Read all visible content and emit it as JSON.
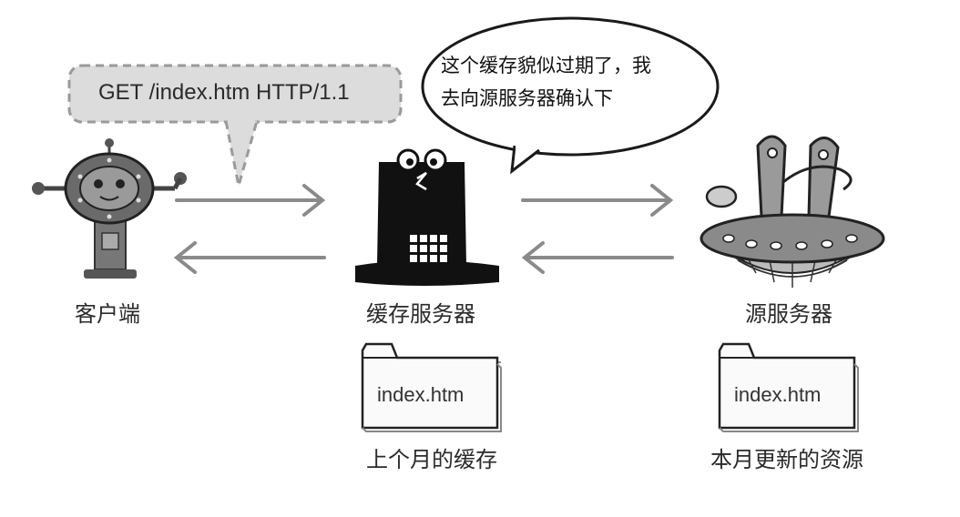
{
  "request_bubble": {
    "text": "GET /index.htm HTTP/1.1"
  },
  "speech_bubble": {
    "line1": "这个缓存貌似过期了，我",
    "line2": "去向源服务器确认下"
  },
  "nodes": {
    "client": {
      "label": "客户端"
    },
    "cache_server": {
      "label": "缓存服务器"
    },
    "origin_server": {
      "label": "源服务器"
    }
  },
  "files": {
    "cache_file": {
      "name": "index.htm",
      "caption": "上个月的缓存"
    },
    "origin_file": {
      "name": "index.htm",
      "caption": "本月更新的资源"
    }
  }
}
